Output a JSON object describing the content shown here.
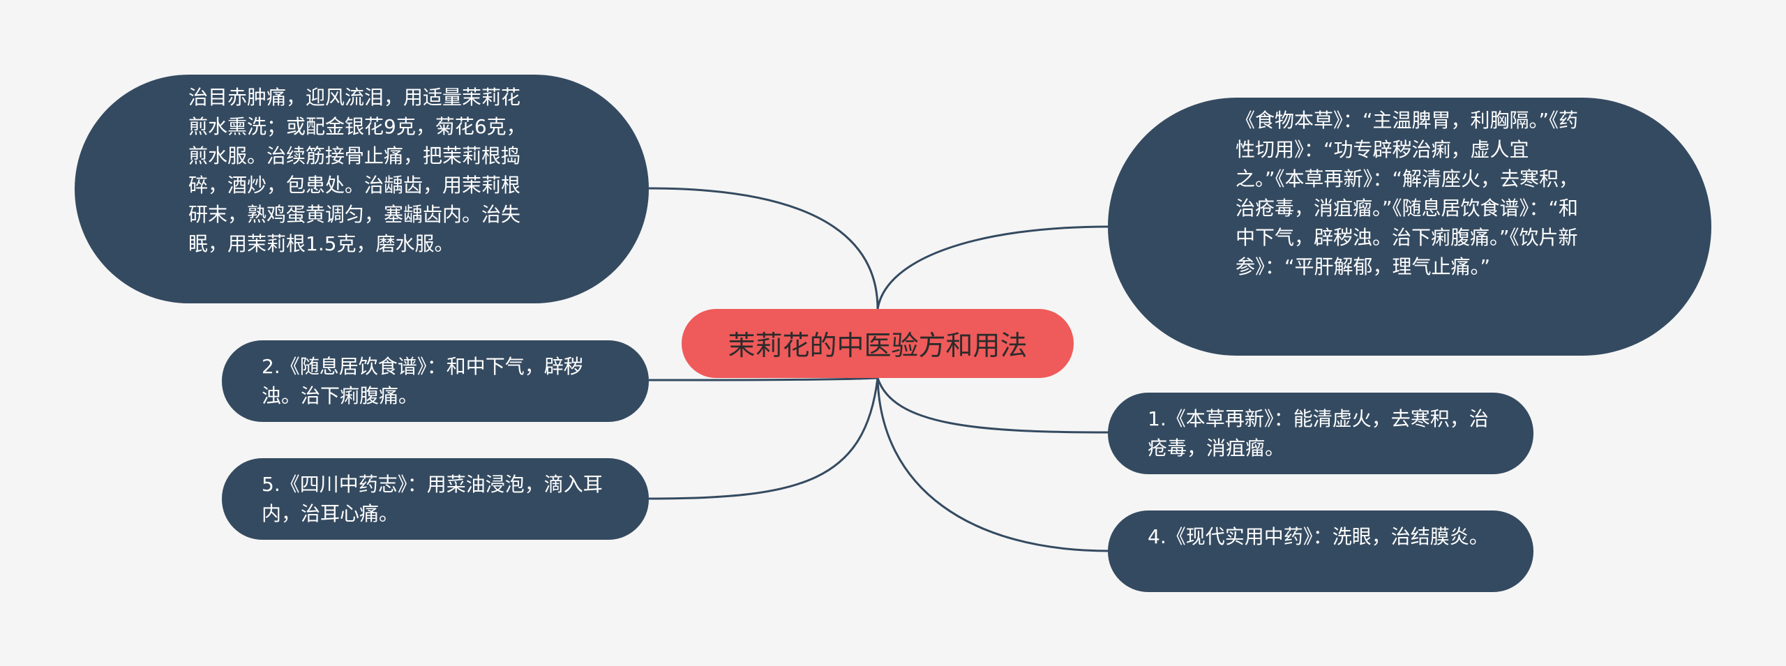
{
  "central_topic": "茉莉花的中医验方和用法",
  "branches": {
    "top_left": "治目赤肿痛，迎风流泪，用适量茉莉花煎水熏洗；或配金银花9克，菊花6克，煎水服。治续筋接骨止痛，把茉莉根捣碎，酒炒，包患处。治龋齿，用茉莉根研末，熟鸡蛋黄调匀，塞龋齿内。治失眠，用茉莉根1.5克，磨水服。",
    "mid_left": "2.《随息居饮食谱》：和中下气，辟秽浊。治下痢腹痛。",
    "bottom_left": "5.《四川中药志》：用菜油浸泡，滴入耳内，治耳心痛。",
    "top_right": "《食物本草》：“主温脾胃，利胸隔。”《药性切用》：“功专辟秽治痢，虚人宜之。”《本草再新》：“解清座火，去寒积，治疮毒，消疽瘤。”《随息居饮食谱》：“和中下气，辟秽浊。治下痢腹痛。”《饮片新参》：“平肝解郁，理气止痛。”",
    "mid_right": "1.《本草再新》：能清虚火，去寒积，治疮毒，消疽瘤。",
    "bottom_right": "4.《现代实用中药》：洗眼，治结膜炎。"
  },
  "colors": {
    "background": "#f5f5f5",
    "central_fill": "#ef5a5a",
    "node_fill": "#344a60",
    "connector": "#344a60",
    "node_text": "#ffffff",
    "central_text": "#2b2b2b"
  }
}
